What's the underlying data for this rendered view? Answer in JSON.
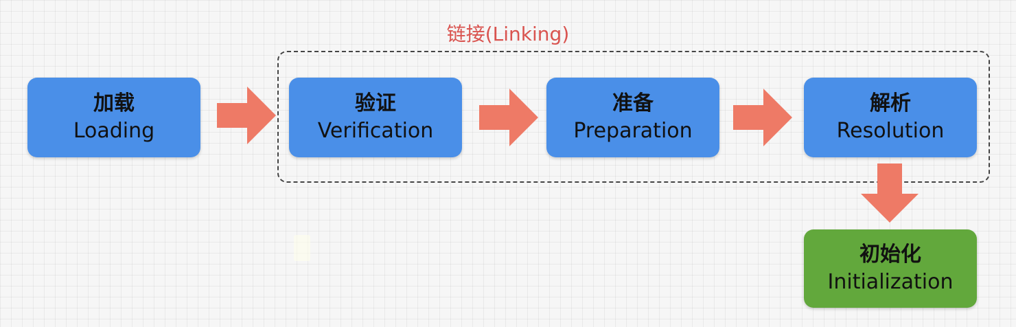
{
  "diagram": {
    "group": {
      "label": "链接(Linking)",
      "color": "#d9534f"
    },
    "nodes": [
      {
        "id": "loading",
        "zh": "加载",
        "en": "Loading",
        "color": "#4a8fe8"
      },
      {
        "id": "verification",
        "zh": "验证",
        "en": "Verification",
        "color": "#4a8fe8"
      },
      {
        "id": "preparation",
        "zh": "准备",
        "en": "Preparation",
        "color": "#4a8fe8"
      },
      {
        "id": "resolution",
        "zh": "解析",
        "en": "Resolution",
        "color": "#4a8fe8"
      },
      {
        "id": "initialization",
        "zh": "初始化",
        "en": "Initialization",
        "color": "#62a83c"
      }
    ],
    "arrows": [
      {
        "from": "loading",
        "to": "verification",
        "direction": "right"
      },
      {
        "from": "verification",
        "to": "preparation",
        "direction": "right"
      },
      {
        "from": "preparation",
        "to": "resolution",
        "direction": "right"
      },
      {
        "from": "resolution",
        "to": "initialization",
        "direction": "down"
      }
    ],
    "arrow_color": "#ee7a66"
  }
}
